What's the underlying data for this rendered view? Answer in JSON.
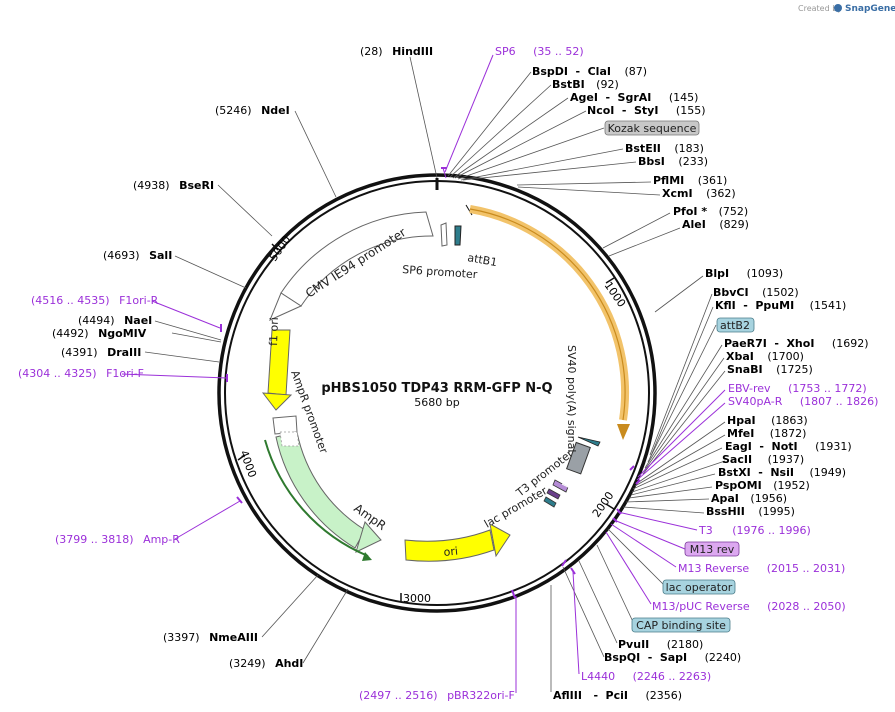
{
  "credit": {
    "created_by": "Created by",
    "brand": "SnapGene"
  },
  "plasmid": {
    "name": "pHBS1050 TDP43 RRM-GFP N-Q",
    "size": "5680 bp"
  },
  "ticks": [
    "1000",
    "2000",
    "3000",
    "4000",
    "5000"
  ],
  "features": [
    {
      "name": "CMV IE94 promoter"
    },
    {
      "name": "SP6 promoter"
    },
    {
      "name": "attB1"
    },
    {
      "name": "f1 ori"
    },
    {
      "name": "AmpR promoter"
    },
    {
      "name": "AmpR"
    },
    {
      "name": "ori"
    },
    {
      "name": "lac promoter"
    },
    {
      "name": "T3 promoter"
    },
    {
      "name": "SV40 poly(A) signal"
    }
  ],
  "sites_left": [
    {
      "pos": "(28)",
      "name": "HindIII"
    },
    {
      "pos": "(5246)",
      "name": "NdeI"
    },
    {
      "pos": "(4938)",
      "name": "BseRI"
    },
    {
      "pos": "(4693)",
      "name": "SalI"
    },
    {
      "pos": "(4494)",
      "name": "NaeI"
    },
    {
      "pos": "(4492)",
      "name": "NgoMIV"
    },
    {
      "pos": "(4391)",
      "name": "DraIII"
    },
    {
      "pos": "(3397)",
      "name": "NmeAIII"
    },
    {
      "pos": "(3249)",
      "name": "AhdI"
    }
  ],
  "primers_left": [
    {
      "pos": "(4516 .. 4535)",
      "name": "F1ori-R"
    },
    {
      "pos": "(4304 .. 4325)",
      "name": "F1ori-F"
    },
    {
      "pos": "(3799 .. 3818)",
      "name": "Amp-R"
    },
    {
      "pos": "(2497 .. 2516)",
      "name": "pBR322ori-F"
    }
  ],
  "sites_right": [
    {
      "name": "SP6",
      "pos": "(35 .. 52)",
      "type": "primer"
    },
    {
      "name": "BspDI",
      "name2": "ClaI",
      "pos": "(87)",
      "type": "site"
    },
    {
      "name": "BstBI",
      "pos": "(92)",
      "type": "site"
    },
    {
      "name": "AgeI",
      "name2": "SgrAI",
      "pos": "(145)",
      "type": "site"
    },
    {
      "name": "NcoI",
      "name2": "StyI",
      "pos": "(155)",
      "type": "site"
    },
    {
      "name": "Kozak sequence",
      "type": "box-gray"
    },
    {
      "name": "BstEII",
      "pos": "(183)",
      "type": "site"
    },
    {
      "name": "BbsI",
      "pos": "(233)",
      "type": "site"
    },
    {
      "name": "PflMI",
      "pos": "(361)",
      "type": "site"
    },
    {
      "name": "XcmI",
      "pos": "(362)",
      "type": "site"
    },
    {
      "name": "PfoI *",
      "pos": "(752)",
      "type": "site"
    },
    {
      "name": "AleI",
      "pos": "(829)",
      "type": "site"
    },
    {
      "name": "BlpI",
      "pos": "(1093)",
      "type": "site"
    },
    {
      "name": "BbvCI",
      "pos": "(1502)",
      "type": "site"
    },
    {
      "name": "KflI",
      "name2": "PpuMI",
      "pos": "(1541)",
      "type": "site"
    },
    {
      "name": "attB2",
      "type": "box-teal"
    },
    {
      "name": "PaeR7I",
      "name2": "XhoI",
      "pos": "(1692)",
      "type": "site"
    },
    {
      "name": "XbaI",
      "pos": "(1700)",
      "type": "site"
    },
    {
      "name": "SnaBI",
      "pos": "(1725)",
      "type": "site"
    },
    {
      "name": "EBV-rev",
      "pos": "(1753 .. 1772)",
      "type": "primer"
    },
    {
      "name": "SV40pA-R",
      "pos": "(1807 .. 1826)",
      "type": "primer"
    },
    {
      "name": "HpaI",
      "pos": "(1863)",
      "type": "site"
    },
    {
      "name": "MfeI",
      "pos": "(1872)",
      "type": "site"
    },
    {
      "name": "EagI",
      "name2": "NotI",
      "pos": "(1931)",
      "type": "site"
    },
    {
      "name": "SacII",
      "pos": "(1937)",
      "type": "site"
    },
    {
      "name": "BstXI",
      "name2": "NsiI",
      "pos": "(1949)",
      "type": "site"
    },
    {
      "name": "PspOMI",
      "pos": "(1952)",
      "type": "site"
    },
    {
      "name": "ApaI",
      "pos": "(1956)",
      "type": "site"
    },
    {
      "name": "BssHII",
      "pos": "(1995)",
      "type": "site"
    },
    {
      "name": "T3",
      "pos": "(1976 .. 1996)",
      "type": "primer"
    },
    {
      "name": "M13 rev",
      "type": "box-purple"
    },
    {
      "name": "M13 Reverse",
      "pos": "(2015 .. 2031)",
      "type": "primer"
    },
    {
      "name": "lac operator",
      "type": "box-teal"
    },
    {
      "name": "M13/pUC Reverse",
      "pos": "(2028 .. 2050)",
      "type": "primer"
    },
    {
      "name": "CAP binding site",
      "type": "box-teal"
    },
    {
      "name": "PvuII",
      "pos": "(2180)",
      "type": "site"
    },
    {
      "name": "BspQI",
      "name2": "SapI",
      "pos": "(2240)",
      "type": "site"
    },
    {
      "name": "L4440",
      "pos": "(2246 .. 2263)",
      "type": "primer"
    },
    {
      "name": "AflIII",
      "name2": "PciI",
      "pos": "(2356)",
      "type": "site"
    }
  ]
}
